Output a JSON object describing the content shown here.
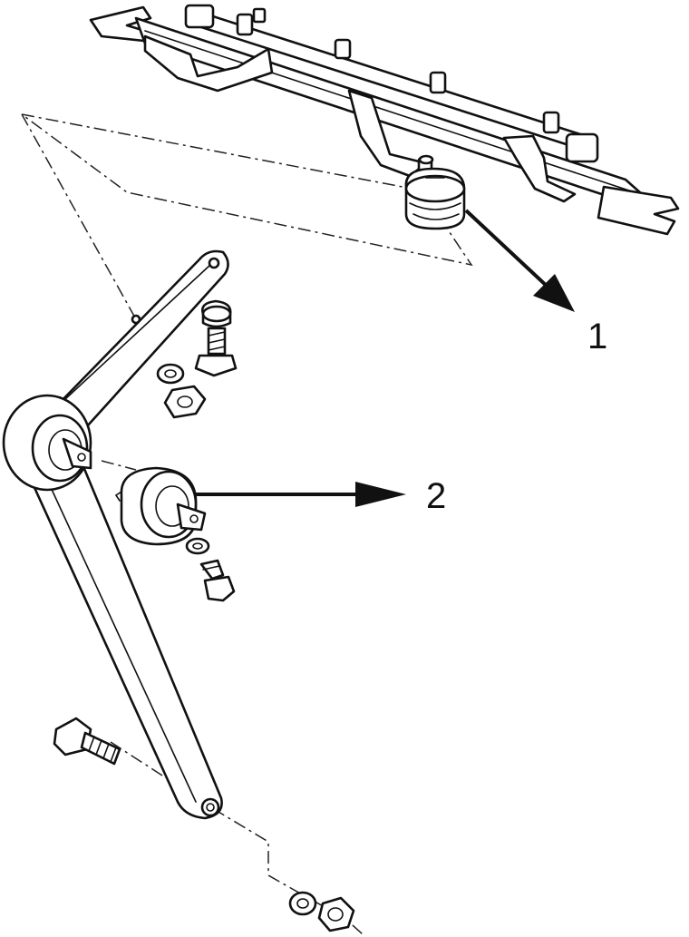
{
  "diagram": {
    "type": "exploded-parts-illustration",
    "callouts": [
      {
        "label": "1",
        "target": "upper-rubber-mount"
      },
      {
        "label": "2",
        "target": "arm-bushing"
      }
    ]
  }
}
